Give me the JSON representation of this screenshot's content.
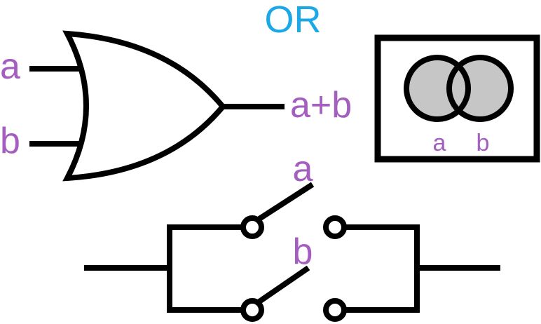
{
  "title": "OR",
  "gate": {
    "input_a": "a",
    "input_b": "b",
    "output": "a+b"
  },
  "venn": {
    "label_a": "a",
    "label_b": "b"
  },
  "switches": {
    "label_a": "a",
    "label_b": "b"
  },
  "colors": {
    "title": "#1aa8e6",
    "label": "#a45ec0",
    "stroke": "#000000",
    "venn_fill": "#c6c6c6"
  }
}
